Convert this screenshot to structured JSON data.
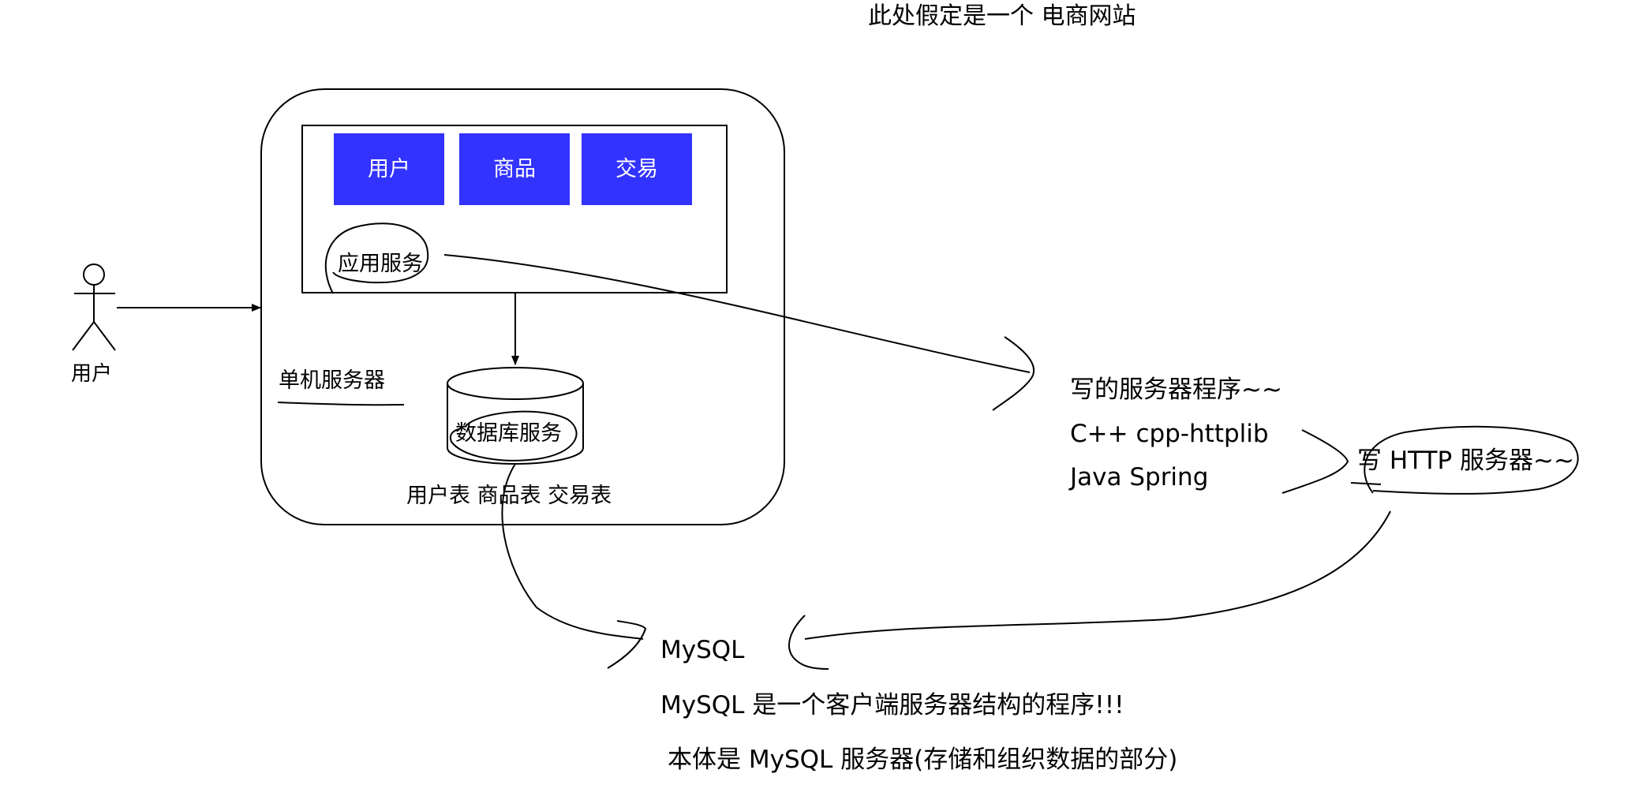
{
  "title": "此处假定是一个 电商网站",
  "actor": {
    "label": "用户"
  },
  "server": {
    "label": "单机服务器",
    "app_service": {
      "label": "应用服务",
      "modules": [
        {
          "label": "用户"
        },
        {
          "label": "商品"
        },
        {
          "label": "交易"
        }
      ]
    },
    "db_service": {
      "label": "数据库服务",
      "tables": "用户表 商品表 交易表"
    }
  },
  "notes": {
    "server_program": {
      "line1": "写的服务器程序~~",
      "line2": "C++ cpp-httplib",
      "line3": "Java  Spring"
    },
    "http_server": "写 HTTP 服务器~~",
    "mysql": {
      "name": "MySQL",
      "line1": "MySQL 是一个客户端服务器结构的程序!!!",
      "line2": "本体是 MySQL 服务器(存储和组织数据的部分)"
    }
  },
  "colors": {
    "module_fill": "#3333ff",
    "stroke": "#000000"
  }
}
